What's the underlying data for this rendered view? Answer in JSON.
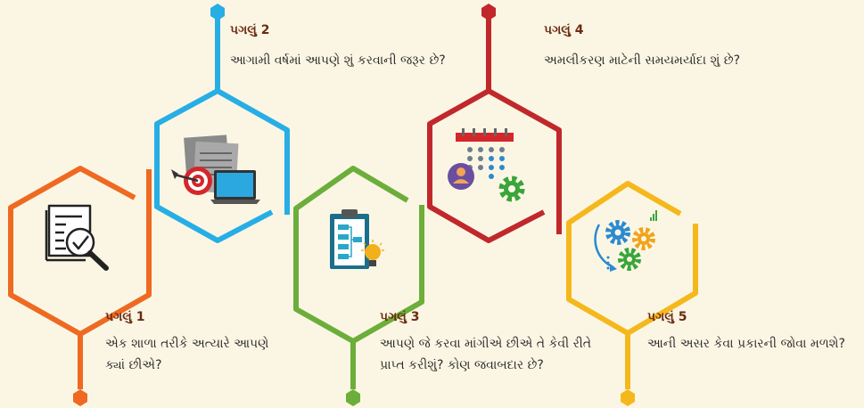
{
  "colors": {
    "background": "#fbf6e4",
    "step1": "#ee6a22",
    "step2": "#26aee5",
    "step3": "#6cae3a",
    "step4": "#c0282c",
    "step5": "#f5b81c",
    "title": "#6b2b12"
  },
  "steps": [
    {
      "title": "પગલું 1",
      "text": "એક શાળા તરીકે અત્યારે આપણે ક્યાં છીએ?",
      "icon": "document-magnifier-check-icon"
    },
    {
      "title": "પગલું 2",
      "text": "આગામી વર્ષમાં આપણે શું કરવાની જરૂર છે?",
      "icon": "target-laptop-papers-icon"
    },
    {
      "title": "પગલું 3",
      "text": "આપણે જે કરવા માંગીએ છીએ તે કેવી રીતે પ્રાપ્ત કરીશું? કોણ જવાબદાર છે?",
      "icon": "clipboard-flowchart-bulb-icon"
    },
    {
      "title": "પગલું 4",
      "text": "અમલીકરણ માટેની સમયમર્યાદા શું છે?",
      "icon": "calendar-person-gear-icon"
    },
    {
      "title": "પગલું 5",
      "text": "આની અસર કેવા પ્રકારની જોવા મળશે?",
      "icon": "gears-growth-icon"
    }
  ]
}
